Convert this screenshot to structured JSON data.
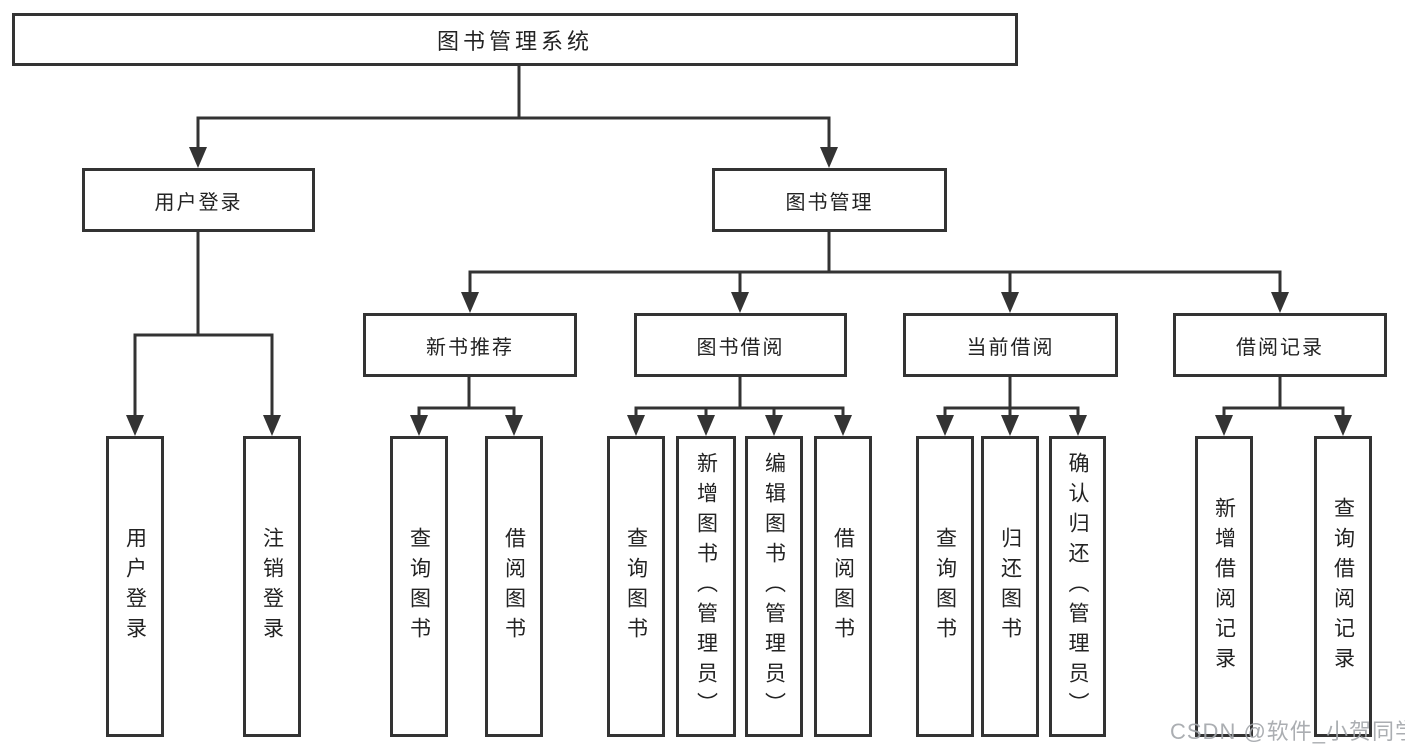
{
  "tree": {
    "label": "图书管理系统",
    "children": [
      {
        "label": "用户登录",
        "children": [
          {
            "label": "用户登录"
          },
          {
            "label": "注销登录"
          }
        ]
      },
      {
        "label": "图书管理",
        "children": [
          {
            "label": "新书推荐",
            "children": [
              {
                "label": "查询图书"
              },
              {
                "label": "借阅图书"
              }
            ]
          },
          {
            "label": "图书借阅",
            "children": [
              {
                "label": "查询图书"
              },
              {
                "label": "新增图书（管理员）"
              },
              {
                "label": "编辑图书（管理员）"
              },
              {
                "label": "借阅图书"
              }
            ]
          },
          {
            "label": "当前借阅",
            "children": [
              {
                "label": "查询图书"
              },
              {
                "label": "归还图书"
              },
              {
                "label": "确认归还（管理员）"
              }
            ]
          },
          {
            "label": "借阅记录",
            "children": [
              {
                "label": "新增借阅记录"
              },
              {
                "label": "查询借阅记录"
              }
            ]
          }
        ]
      }
    ]
  },
  "watermark": {
    "text": "CSDN @软件_小贺同学"
  },
  "colors": {
    "line": "#333333",
    "text": "#232323",
    "watermark": "#a2a6aa",
    "background": "#ffffff"
  }
}
